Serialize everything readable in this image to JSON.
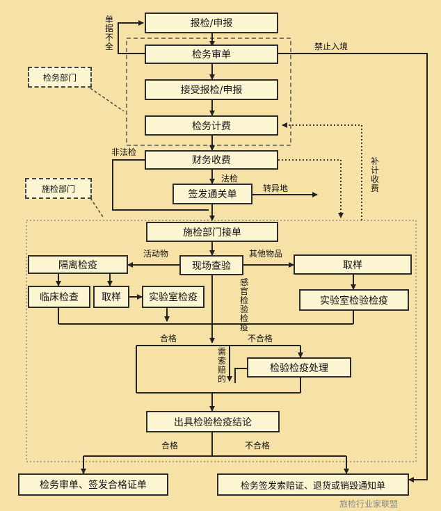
{
  "nodes": {
    "report": "报检/申报",
    "review": "检务审单",
    "accept": "接受报检/申报",
    "fee": "检务计费",
    "payment": "财务收费",
    "clearance": "签发通关单",
    "dept_receive": "施检部门接单",
    "isolation": "隔离检疫",
    "onsite": "现场查验",
    "sample_right": "取样",
    "clinical": "临床检查",
    "sample_left": "取样",
    "lab_left": "实验室检疫",
    "lab_right": "实验室检验检疫",
    "treatment": "检验检疫处理",
    "conclusion": "出具检验检疫结论",
    "final_pass": "检务审单、签发合格证单",
    "final_fail": "检务签发索赔证、退货或销毁通知单"
  },
  "labels": {
    "incomplete_docs": "单据不全",
    "entry_banned": "禁止入境",
    "non_legal": "非法检",
    "legal": "法检",
    "transfer": "转异地",
    "supplement_fee": "补计收费",
    "live_animals": "活动物",
    "other_goods": "其他物品",
    "sensory_inspection": "感官检验检疫",
    "qualified_1": "合格",
    "unqualified_1": "不合格",
    "claim_needed": "需索赔的",
    "qualified_2": "合格",
    "unqualified_2": "不合格"
  },
  "callouts": {
    "inspection_affairs": "检务部门",
    "inspection_dept": "施检部门"
  },
  "watermark": "旅检行业家联盟"
}
